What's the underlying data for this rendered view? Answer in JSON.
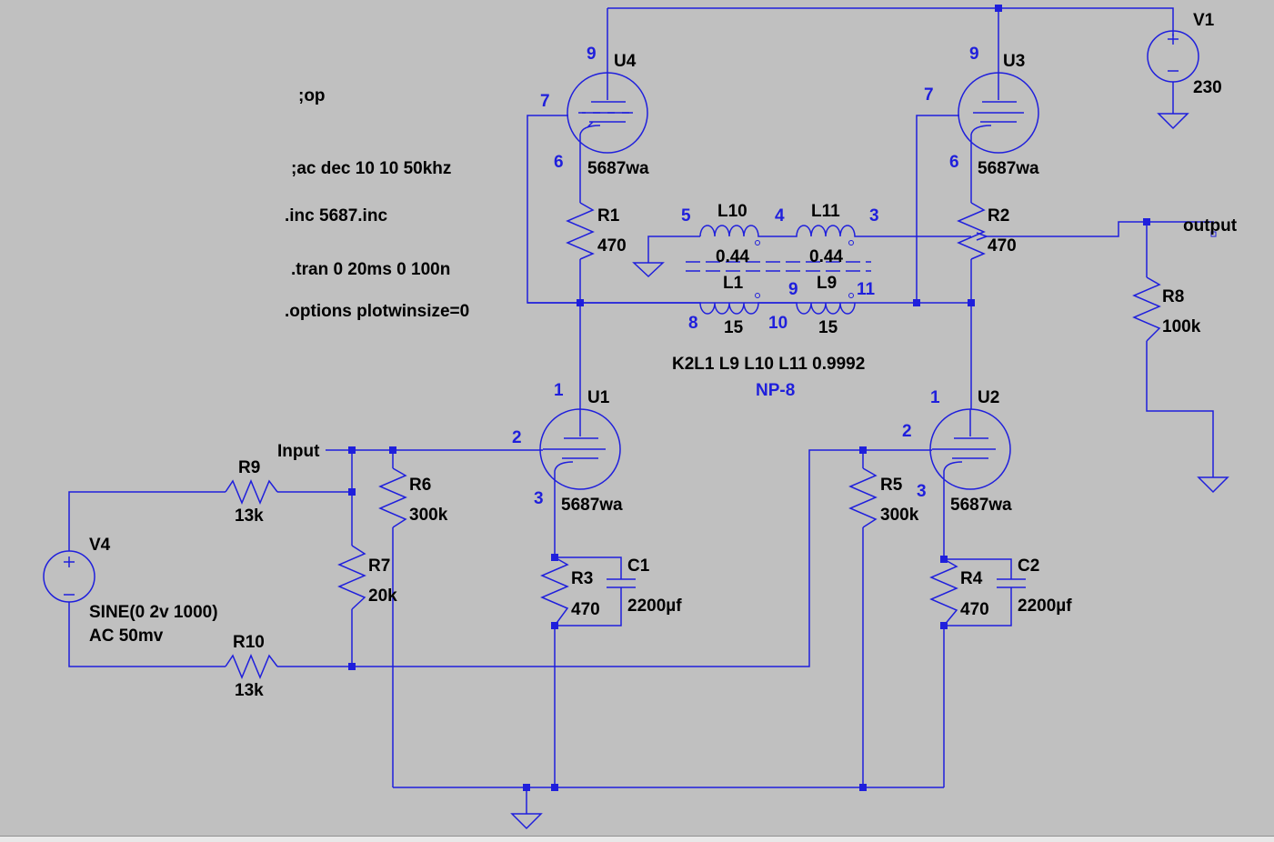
{
  "directives": {
    "op": ";op",
    "ac": ";ac dec 10 10 50khz",
    "inc": ".inc 5687.inc",
    "tran": ".tran 0 20ms 0 100n",
    "options": ".options plotwinsize=0",
    "coupling": "K2L1 L9 L10 L11 0.9992"
  },
  "transformer_name": "NP-8",
  "tubes": [
    {
      "ref": "U4",
      "model": "5687wa",
      "pins": [
        "9",
        "7",
        "6"
      ]
    },
    {
      "ref": "U3",
      "model": "5687wa",
      "pins": [
        "9",
        "7",
        "6"
      ]
    },
    {
      "ref": "U1",
      "model": "5687wa",
      "pins": [
        "1",
        "2",
        "3"
      ]
    },
    {
      "ref": "U2",
      "model": "5687wa",
      "pins": [
        "1",
        "2",
        "3"
      ]
    }
  ],
  "resistors": [
    {
      "ref": "R1",
      "value": "470"
    },
    {
      "ref": "R2",
      "value": "470"
    },
    {
      "ref": "R3",
      "value": "470"
    },
    {
      "ref": "R4",
      "value": "470"
    },
    {
      "ref": "R5",
      "value": "300k"
    },
    {
      "ref": "R6",
      "value": "300k"
    },
    {
      "ref": "R7",
      "value": "20k"
    },
    {
      "ref": "R8",
      "value": "100k"
    },
    {
      "ref": "R9",
      "value": "13k"
    },
    {
      "ref": "R10",
      "value": "13k"
    }
  ],
  "capacitors": [
    {
      "ref": "C1",
      "value": "2200µf"
    },
    {
      "ref": "C2",
      "value": "2200µf"
    }
  ],
  "inductors": [
    {
      "ref": "L10",
      "value": "0.44",
      "pin_left": "5",
      "pin_right": "4"
    },
    {
      "ref": "L11",
      "value": "0.44",
      "pin_right": "3"
    },
    {
      "ref": "L1",
      "value": "15",
      "pin_left": "8",
      "pin_right": "9"
    },
    {
      "ref": "L9",
      "value": "15",
      "pin_left": "10",
      "pin_right": "11"
    }
  ],
  "sources": {
    "v1": {
      "ref": "V1",
      "value": "230"
    },
    "v4": {
      "ref": "V4",
      "value_line1": "SINE(0 2v 1000)",
      "value_line2": "AC 50mv"
    }
  },
  "net_labels": {
    "input": "Input",
    "output": "output"
  },
  "colors": {
    "background": "#c0c0c0",
    "wire": "#1f1fdc",
    "text": "#000000"
  }
}
